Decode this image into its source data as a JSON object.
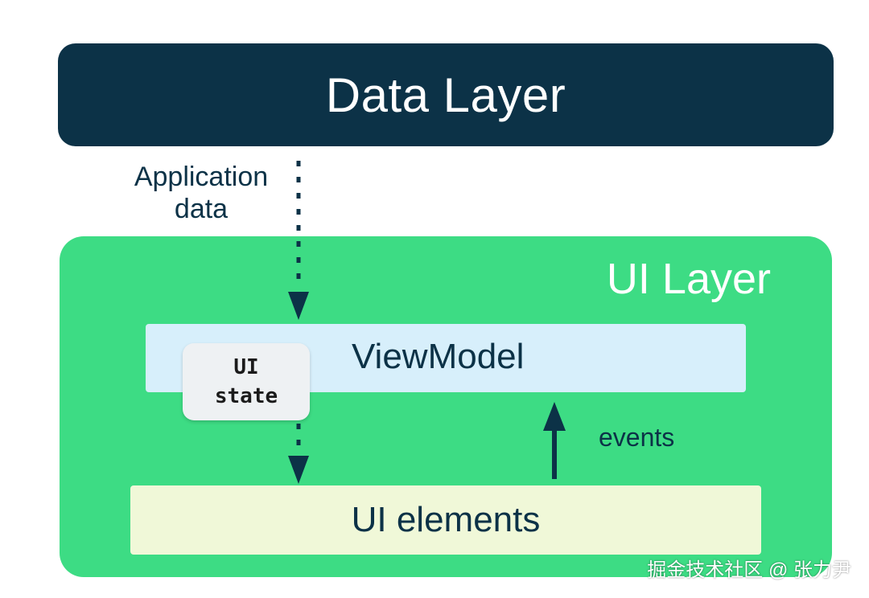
{
  "data_layer": {
    "title": "Data Layer"
  },
  "application_data": {
    "line1": "Application",
    "line2": "data"
  },
  "ui_layer": {
    "title": "UI Layer",
    "viewmodel_label": "ViewModel",
    "ui_state_line1": "UI",
    "ui_state_line2": "state",
    "ui_elements_label": "UI elements",
    "events_label": "events"
  },
  "watermark": "掘金技术社区 @ 张力尹",
  "colors": {
    "data_layer_bg": "#0c3247",
    "ui_layer_bg": "#3ddc84",
    "viewmodel_bg": "#d7effb",
    "ui_elements_bg": "#f0f8d8",
    "ui_state_bg": "#eef1f3",
    "arrow": "#0c3247"
  }
}
